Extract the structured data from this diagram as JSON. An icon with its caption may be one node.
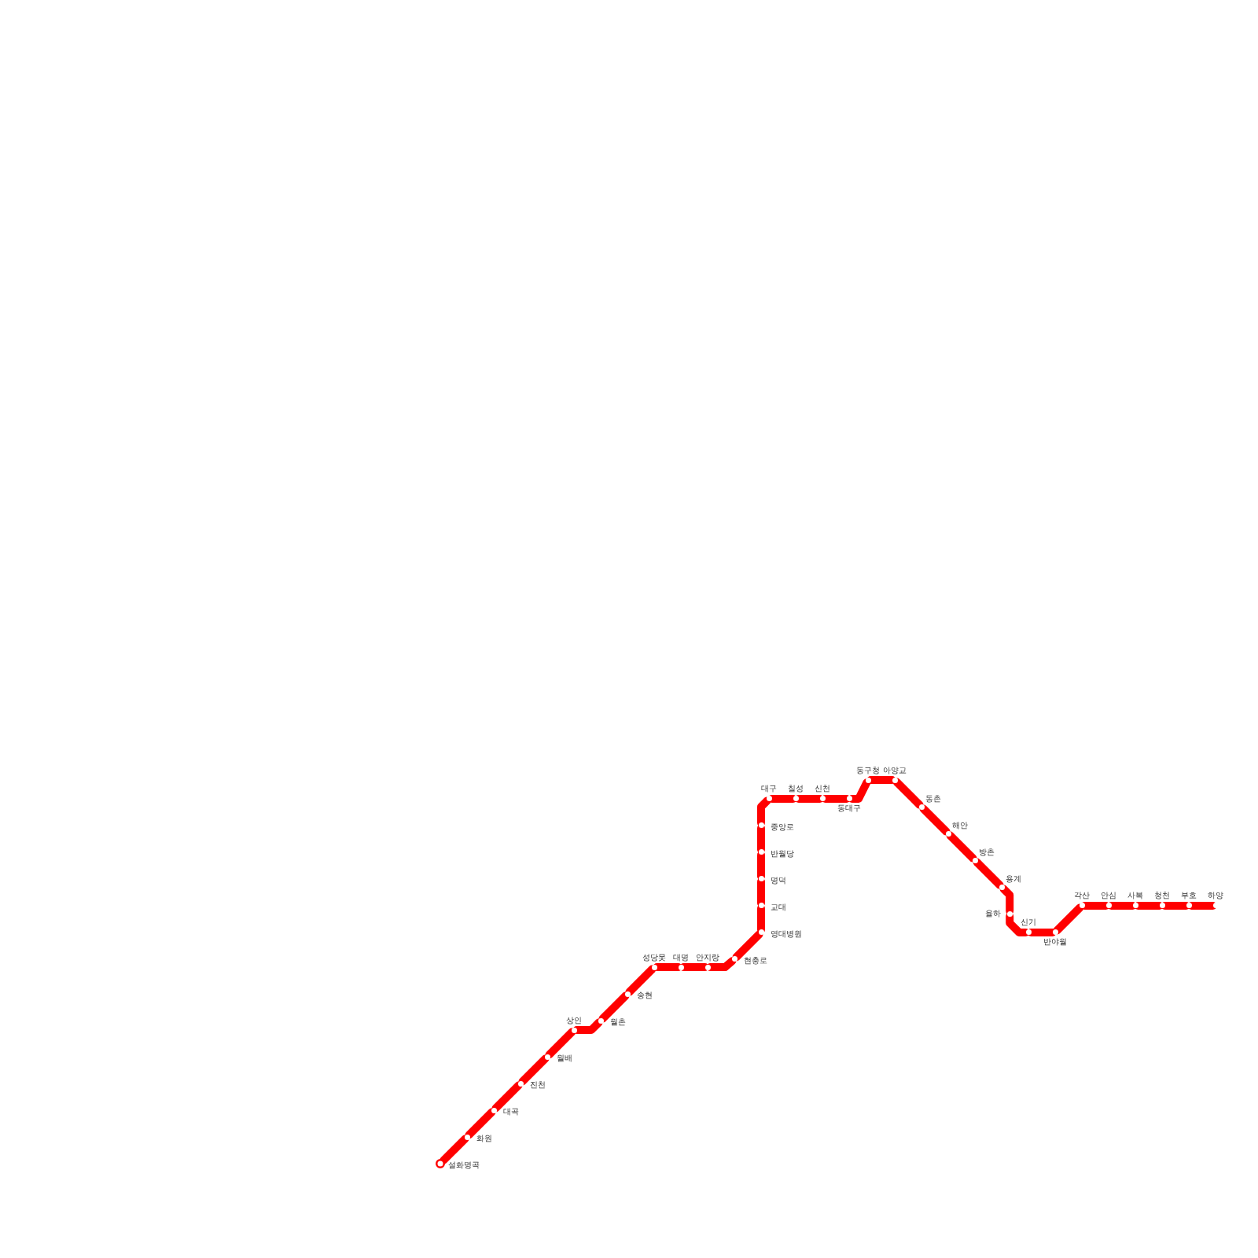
{
  "diagram": {
    "nodes": [
      {
        "text": [
          "설화명곡"
        ]
      },
      {
        "text": [
          "화원"
        ]
      },
      {
        "text": [
          "대곡"
        ]
      },
      {
        "text": [
          "진천"
        ]
      },
      {
        "text": [
          "월배"
        ]
      },
      {
        "text": [
          "상인"
        ]
      },
      {
        "text": [
          "월촌"
        ]
      },
      {
        "text": [
          "송현"
        ]
      },
      {
        "text": [
          "성당못"
        ]
      },
      {
        "text": [
          "대명"
        ]
      },
      {
        "text": [
          "안지랑"
        ]
      },
      {
        "text": [
          "현충로"
        ]
      },
      {
        "text": [
          "영대병원"
        ]
      },
      {
        "text": [
          "교대"
        ]
      },
      {
        "text": [
          "명덕"
        ]
      },
      {
        "text": [
          "반월당"
        ]
      },
      {
        "text": [
          "중앙로"
        ]
      },
      {
        "text": [
          "대구"
        ]
      },
      {
        "text": [
          "칠성"
        ]
      },
      {
        "text": [
          "신천"
        ]
      },
      {
        "text": [
          "동대구"
        ]
      },
      {
        "text": [
          "동구청"
        ]
      },
      {
        "text": [
          "아양교"
        ]
      },
      {
        "text": [
          "동촌"
        ]
      },
      {
        "text": [
          "해안"
        ]
      },
      {
        "text": [
          "방촌"
        ]
      },
      {
        "text": [
          "용계"
        ]
      },
      {
        "text": [
          "율하"
        ]
      },
      {
        "text": [
          "신기"
        ]
      },
      {
        "text": [
          "반야월"
        ]
      },
      {
        "text": [
          "각산"
        ]
      },
      {
        "text": [
          "안심"
        ]
      },
      {
        "text": [
          "사복"
        ]
      },
      {
        "text": [
          "청천"
        ]
      },
      {
        "text": [
          "부호"
        ]
      },
      {
        "text": [
          "하양"
        ]
      }
    ],
    "edges": [
      {
        "from": 0,
        "to": 1,
        "arrow": "none"
      },
      {
        "from": 1,
        "to": 2,
        "arrow": "none"
      },
      {
        "from": 2,
        "to": 3,
        "arrow": "none"
      },
      {
        "from": 3,
        "to": 4,
        "arrow": "none"
      },
      {
        "from": 4,
        "to": 5,
        "arrow": "none"
      },
      {
        "from": 5,
        "to": 6,
        "arrow": "none"
      },
      {
        "from": 6,
        "to": 7,
        "arrow": "none"
      },
      {
        "from": 7,
        "to": 8,
        "arrow": "none"
      },
      {
        "from": 8,
        "to": 9,
        "arrow": "none"
      },
      {
        "from": 9,
        "to": 10,
        "arrow": "none"
      },
      {
        "from": 10,
        "to": 11,
        "arrow": "none"
      },
      {
        "from": 11,
        "to": 12,
        "arrow": "none"
      },
      {
        "from": 12,
        "to": 13,
        "arrow": "none"
      },
      {
        "from": 13,
        "to": 14,
        "arrow": "none"
      },
      {
        "from": 14,
        "to": 15,
        "arrow": "none"
      },
      {
        "from": 15,
        "to": 16,
        "arrow": "none"
      },
      {
        "from": 16,
        "to": 17,
        "arrow": "none"
      },
      {
        "from": 17,
        "to": 18,
        "arrow": "none"
      },
      {
        "from": 18,
        "to": 19,
        "arrow": "none"
      },
      {
        "from": 19,
        "to": 20,
        "arrow": "none"
      },
      {
        "from": 20,
        "to": 21,
        "arrow": "none"
      },
      {
        "from": 21,
        "to": 22,
        "arrow": "none"
      },
      {
        "from": 22,
        "to": 23,
        "arrow": "none"
      },
      {
        "from": 23,
        "to": 24,
        "arrow": "none"
      },
      {
        "from": 24,
        "to": 25,
        "arrow": "none"
      },
      {
        "from": 25,
        "to": 26,
        "arrow": "none"
      },
      {
        "from": 26,
        "to": 27,
        "arrow": "none"
      },
      {
        "from": 27,
        "to": 28,
        "arrow": "none"
      },
      {
        "from": 28,
        "to": 29,
        "arrow": "none"
      },
      {
        "from": 29,
        "to": 30,
        "arrow": "none"
      },
      {
        "from": 30,
        "to": 31,
        "arrow": "none"
      },
      {
        "from": 31,
        "to": 32,
        "arrow": "none"
      },
      {
        "from": 32,
        "to": 33,
        "arrow": "none"
      },
      {
        "from": 33,
        "to": 34,
        "arrow": "none"
      },
      {
        "from": 34,
        "to": 35,
        "arrow": "none"
      }
    ]
  }
}
